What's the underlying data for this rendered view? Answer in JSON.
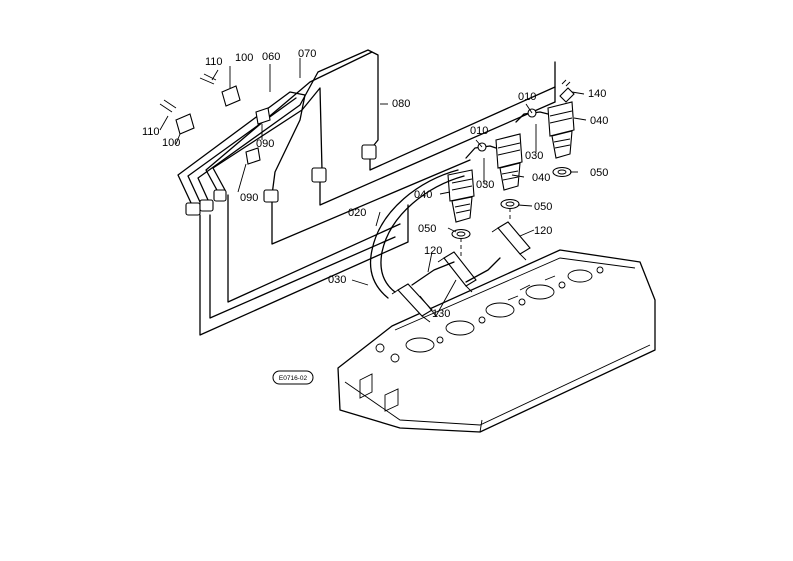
{
  "labels": {
    "p010a": "010",
    "p010b": "010",
    "p020": "020",
    "p030a": "030",
    "p030b": "030",
    "p030c": "030",
    "p040a": "040",
    "p040b": "040",
    "p040c": "040",
    "p050a": "050",
    "p050b": "050",
    "p050c": "050",
    "p060": "060",
    "p070": "070",
    "p080": "080",
    "p090a": "090",
    "p090b": "090",
    "p100a": "100",
    "p100b": "100",
    "p110a": "110",
    "p110b": "110",
    "p120a": "120",
    "p120b": "120",
    "p130": "130",
    "p140": "140"
  },
  "figure_ref": "E0716-02"
}
